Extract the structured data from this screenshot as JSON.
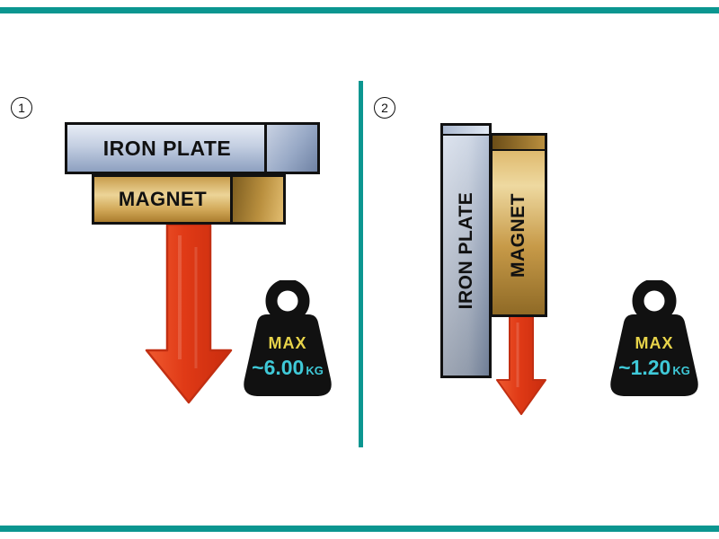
{
  "colors": {
    "teal": "#0b9690",
    "red": "#e03a16",
    "red-dark": "#c22f12",
    "yellow": "#e8d44a",
    "cyan": "#3fc9d8",
    "plate-light": "#e7ecf5",
    "plate-dark": "#6f82a4",
    "magnet-light": "#ecd497",
    "magnet-dark": "#7d5d20",
    "ink": "#111111"
  },
  "panels": {
    "p1": {
      "badge": "1",
      "plate_label": "IRON PLATE",
      "magnet_label": "MAGNET",
      "weight": {
        "max": "MAX",
        "value": "~6.00",
        "unit": "KG"
      }
    },
    "p2": {
      "badge": "2",
      "plate_label": "IRON PLATE",
      "magnet_label": "MAGNET",
      "weight": {
        "max": "MAX",
        "value": "~1.20",
        "unit": "KG"
      }
    }
  }
}
